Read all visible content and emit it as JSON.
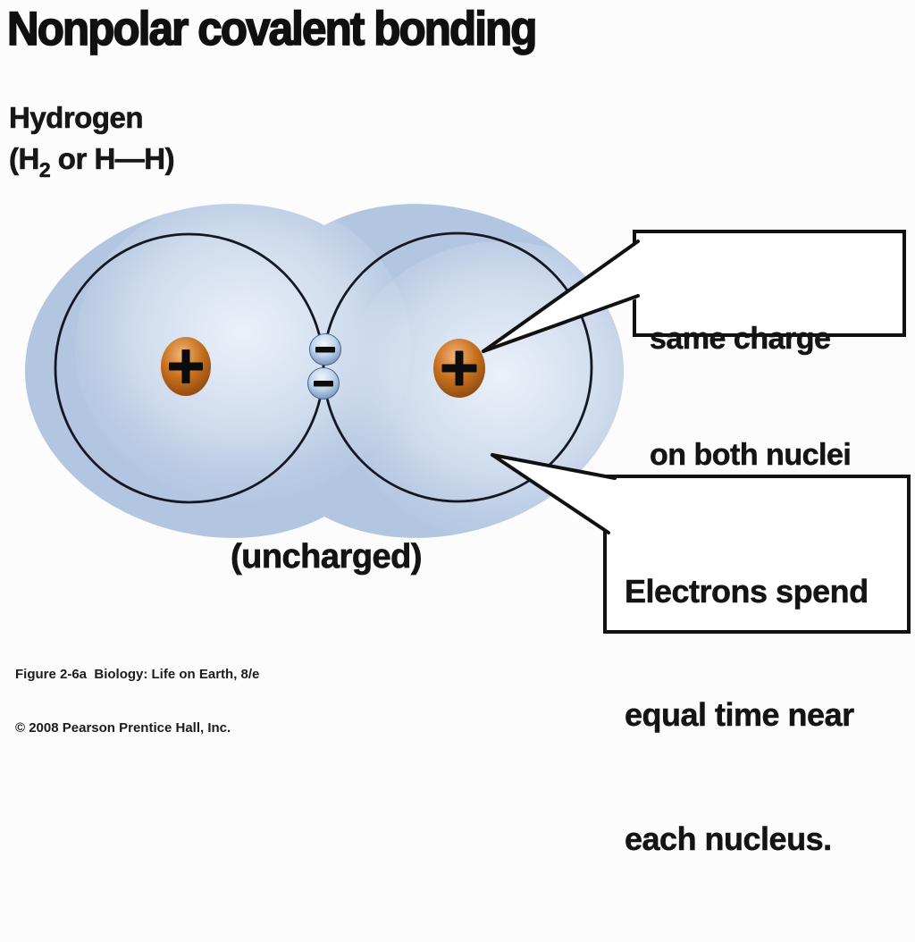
{
  "page": {
    "background": "#fcfcfc",
    "title": "Nonpolar covalent bonding"
  },
  "subtitle": {
    "element_name": "Hydrogen",
    "formula_pre": "(H",
    "formula_sub": "2",
    "formula_post": " or H—H)"
  },
  "diagram": {
    "nucleus_symbol": "+",
    "electron_symbol": "−",
    "uncharged_label": "(uncharged)",
    "colors": {
      "cloud_base": "#b3c6e1",
      "cloud_edge": "#9fb6d6",
      "cloud_highlight": "#eef3fa",
      "orbit_stroke": "#141824",
      "nucleus_light": "#f2b57c",
      "nucleus_mid": "#c9721f",
      "nucleus_dark": "#7c3a0c",
      "electron_light": "#eff4fb",
      "electron_mid": "#c3d6ec",
      "electron_dark": "#5c80ae",
      "line_color": "#111111",
      "box_fill": "#ffffff"
    }
  },
  "callouts": {
    "same_charge": {
      "line1": "same charge",
      "line2": "on both nuclei"
    },
    "electrons": {
      "line1": "Electrons spend",
      "line2": "equal time near",
      "line3": "each nucleus."
    }
  },
  "caption": {
    "line1": "Figure 2-6a  Biology: Life on Earth, 8/e",
    "line2": "© 2008 Pearson Prentice Hall, Inc."
  }
}
